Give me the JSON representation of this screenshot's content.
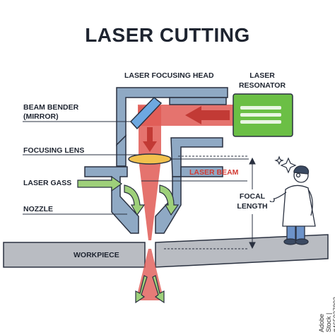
{
  "title": "LASER CUTTING",
  "labels": {
    "focusing_head": "LASER FOCUSING HEAD",
    "resonator_line1": "LASER",
    "resonator_line2": "RESONATOR",
    "beam_bender_line1": "BEAM BENDER",
    "beam_bender_line2": "(MIRROR)",
    "focusing_lens": "FOCUSING LENS",
    "laser_beam": "LASER BEAM",
    "laser_gass": "LASER GASS",
    "focal_line1": "FOCAL",
    "focal_line2": "LENGTH",
    "nozzle": "NOZZLE",
    "workpiece": "WORKPIECE"
  },
  "side_credit": "Adobe Stock | #465037803",
  "colors": {
    "housing": "#8fa9c4",
    "outline": "#2a3140",
    "beam": "#e05a55",
    "resonator": "#6bbf45",
    "gas_arrow": "#9ed07a",
    "lens": "#f2c14e",
    "mirror": "#6da8e0",
    "workpiece": "#b9bcc2"
  }
}
